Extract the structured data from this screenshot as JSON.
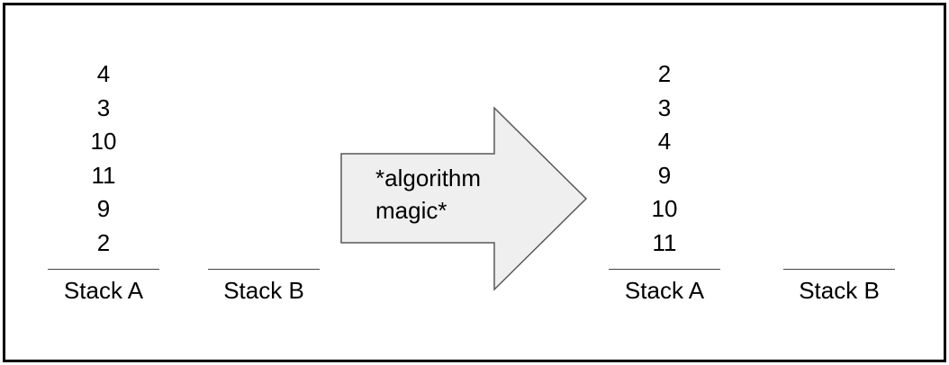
{
  "left": {
    "stack_a": {
      "items": [
        "4",
        "3",
        "10",
        "11",
        "9",
        "2"
      ],
      "label": "Stack A"
    },
    "stack_b": {
      "items": [],
      "label": "Stack B"
    }
  },
  "arrow": {
    "text_line1": "*algorithm",
    "text_line2": "magic*",
    "fill_color": "#efefef",
    "stroke_color": "#595959"
  },
  "right": {
    "stack_a": {
      "items": [
        "2",
        "3",
        "4",
        "9",
        "10",
        "11"
      ],
      "label": "Stack A"
    },
    "stack_b": {
      "items": [],
      "label": "Stack B"
    }
  }
}
